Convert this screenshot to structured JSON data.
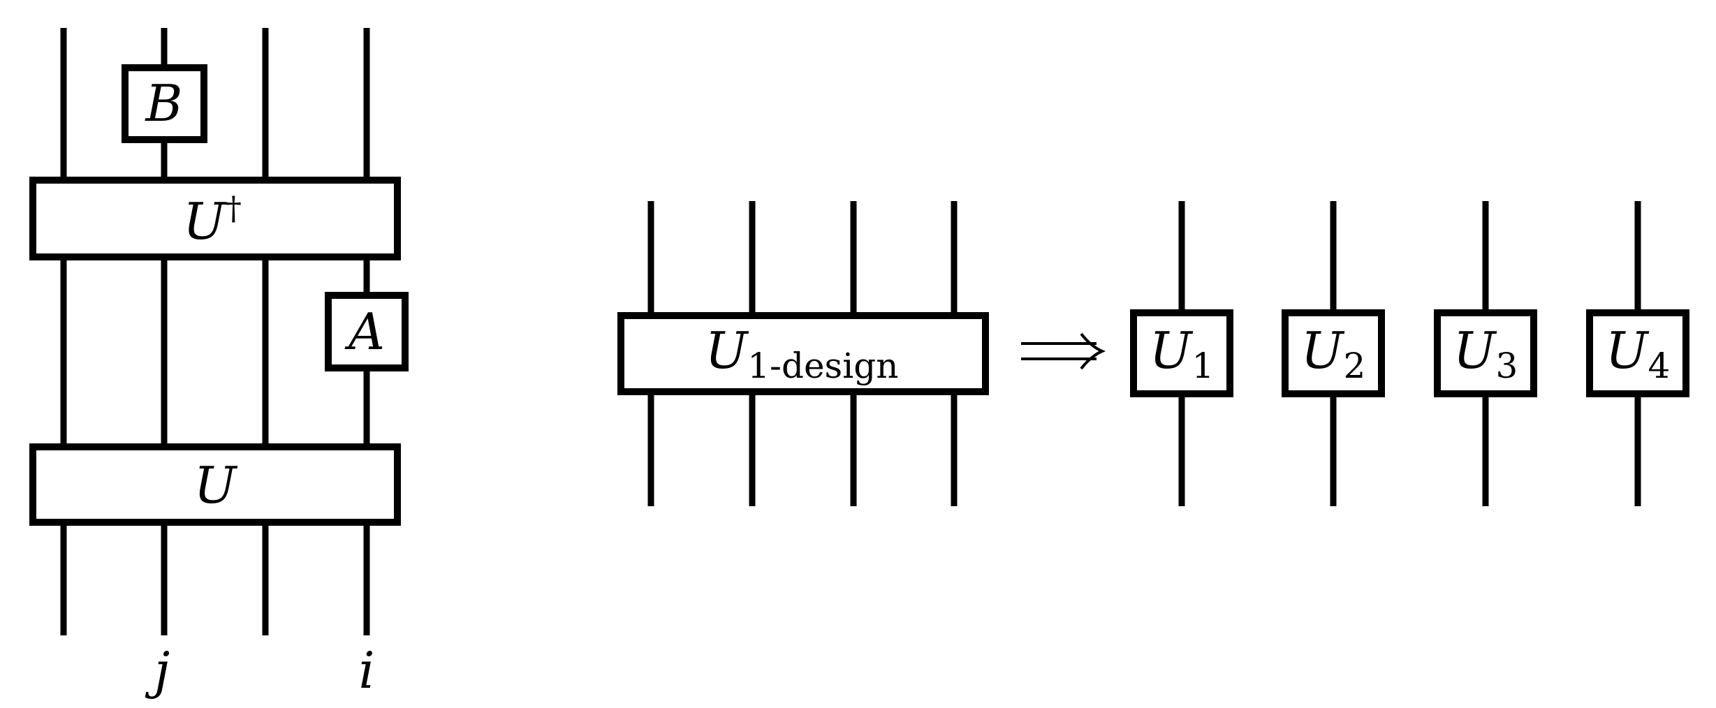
{
  "left_circuit": {
    "gate_b": "B",
    "gate_u_dagger": {
      "base": "U",
      "superscript": "†"
    },
    "gate_a": "A",
    "gate_u": "U",
    "wire_label_j": "j",
    "wire_label_i": "i"
  },
  "right_circuit": {
    "design_gate": {
      "base": "U",
      "subscript": "1-design"
    },
    "implies_symbol": "⟹",
    "local_gates": [
      {
        "base": "U",
        "subscript": "1"
      },
      {
        "base": "U",
        "subscript": "2"
      },
      {
        "base": "U",
        "subscript": "3"
      },
      {
        "base": "U",
        "subscript": "4"
      }
    ]
  }
}
